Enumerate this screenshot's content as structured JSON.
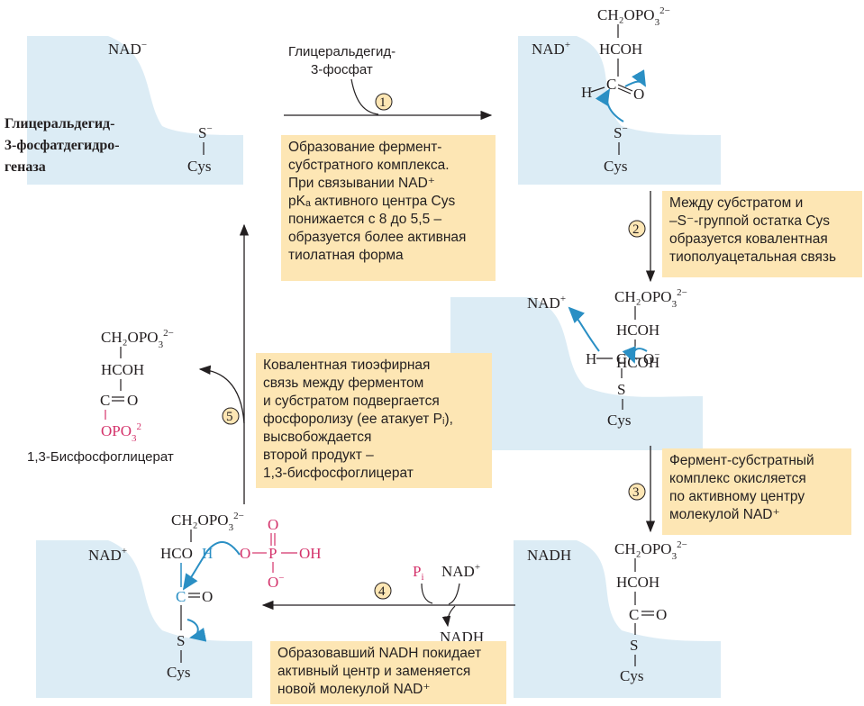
{
  "enzyme_name": [
    "Глицеральдегид-",
    "3-фосфатдегидро-",
    "геназа"
  ],
  "substrate_label": [
    "Глицеральдегид-",
    "3-фосфат"
  ],
  "product_label": "1,3-Бисфосфоглицерат",
  "cofactors": {
    "nad_minus": "NAD",
    "nad_plus": "NAD",
    "nadh": "NADH",
    "pi": "P",
    "pi_sub": "i"
  },
  "groups": {
    "ch2opo3": "CH₂OPO",
    "hcoh": "HCOH",
    "h": "H",
    "c": "C",
    "o": "O",
    "s": "S",
    "cys": "Cys",
    "oh": "OH",
    "p": "P",
    "opo3": "OPO"
  },
  "steps": {
    "s1": "1",
    "s2": "2",
    "s3": "3",
    "s4": "4",
    "s5": "5"
  },
  "notes": {
    "step1": [
      "Образование фермент-",
      "субстратного комплекса.",
      "При связывании NAD⁺",
      "pKₐ активного центра Cys",
      "понижается с 8 до 5,5 –",
      "образуется более активная",
      "тиолатная форма"
    ],
    "step2": [
      "Между субстратом и",
      "–S⁻-группой остатка Cys",
      "образуется ковалентная",
      "тиополуацетальная связь"
    ],
    "step3": [
      "Фермент-субстратный",
      "комплекс окисляется",
      "по активному центру",
      "молекулой NAD⁺"
    ],
    "step4": [
      "Образовавший NADH покидает",
      "активный центр и заменяется",
      "новой молекулой NAD⁺"
    ],
    "step5": [
      "Ковалентная тиоэфирная",
      "связь между ферментом",
      "и субстратом подвергается",
      "фосфоролизу (ее атакует Pᵢ),",
      "высвобождается",
      "второй продукт –",
      "1,3-бисфосфоглицерат"
    ]
  },
  "colors": {
    "enzyme_surface": "#d6e9f3",
    "note_fill": "#fde6b4",
    "phosphate": "#d4336b",
    "electron_arrow": "#2a8fc4",
    "text": "#231f20"
  }
}
